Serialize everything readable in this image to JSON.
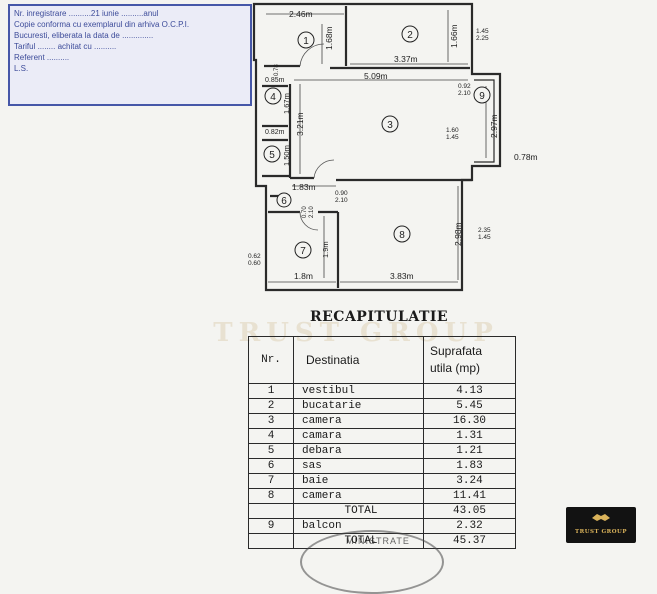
{
  "stamp": {
    "lines": [
      "Nr. inregistrare ..........21 iunie ..........anul",
      "Copie conforma cu exemplarul din arhiva O.C.P.I.",
      "Bucuresti, eliberata la data de ..............",
      "Tariful ........ achitat cu ..........",
      "Referent ..........",
      "L.S."
    ]
  },
  "floor_plan": {
    "rooms": [
      {
        "number": "1"
      },
      {
        "number": "2"
      },
      {
        "number": "3"
      },
      {
        "number": "4"
      },
      {
        "number": "5"
      },
      {
        "number": "6"
      },
      {
        "number": "7"
      },
      {
        "number": "8"
      },
      {
        "number": "9"
      }
    ],
    "dimensions": {
      "d_2_46": "2.46m",
      "d_1_68": "1.68m",
      "d_3_37": "3.37m",
      "d_1_66": "1.66m",
      "d_1_45_top": "1.45",
      "d_2_25": "2.25",
      "d_5_09": "5.09m",
      "d_0_92": "0.92",
      "d_2_10_a": "2.10",
      "d_2_97": "2.97m",
      "d_0_78_top": "0.78",
      "d_0_85": "0.85m",
      "d_1_67": "1.67m",
      "d_3_21": "3.21m",
      "d_1_60": "1.60",
      "d_1_45_mid": "1.45",
      "d_0_78m": "0.78m",
      "d_0_82": "0.82m",
      "d_1_50": "1.50m",
      "d_1_83": "1.83m",
      "d_0_90": "0.90",
      "d_2_10_b": "2.10",
      "d_0_70": "0.70",
      "d_2_10_c": "2.10",
      "d_2_98": "2.98m",
      "d_2_35": "2.35",
      "d_1_45_low": "1.45",
      "d_1_9": "1.9m",
      "d_0_62": "0.62",
      "d_0_60": "0.60",
      "d_1_8": "1.8m",
      "d_3_83": "3.83m"
    }
  },
  "watermark": "TRUST GROUP",
  "recap": {
    "title": "RECAPITULATIE",
    "headers": {
      "nr": "Nr.",
      "destination": "Destinatia",
      "area_line1": "Suprafata",
      "area_line2": "utila (mp)"
    },
    "rows": [
      {
        "nr": "1",
        "destination": "vestibul",
        "area": "4.13"
      },
      {
        "nr": "2",
        "destination": "bucatarie",
        "area": "5.45"
      },
      {
        "nr": "3",
        "destination": "camera",
        "area": "16.30"
      },
      {
        "nr": "4",
        "destination": "camara",
        "area": "1.31"
      },
      {
        "nr": "5",
        "destination": "debara",
        "area": "1.21"
      },
      {
        "nr": "6",
        "destination": "sas",
        "area": "1.83"
      },
      {
        "nr": "7",
        "destination": "baie",
        "area": "3.24"
      },
      {
        "nr": "8",
        "destination": "camera",
        "area": "11.41"
      }
    ],
    "total1": {
      "label": "TOTAL",
      "area": "43.05"
    },
    "balcony": {
      "nr": "9",
      "destination": "balcon",
      "area": "2.32"
    },
    "total2": {
      "label": "TOTAL",
      "area": "45.37"
    }
  },
  "round_stamp_text": "MINISTRATE",
  "logo": {
    "text": "TRUST GROUP",
    "accent_color": "#d9b25a"
  }
}
